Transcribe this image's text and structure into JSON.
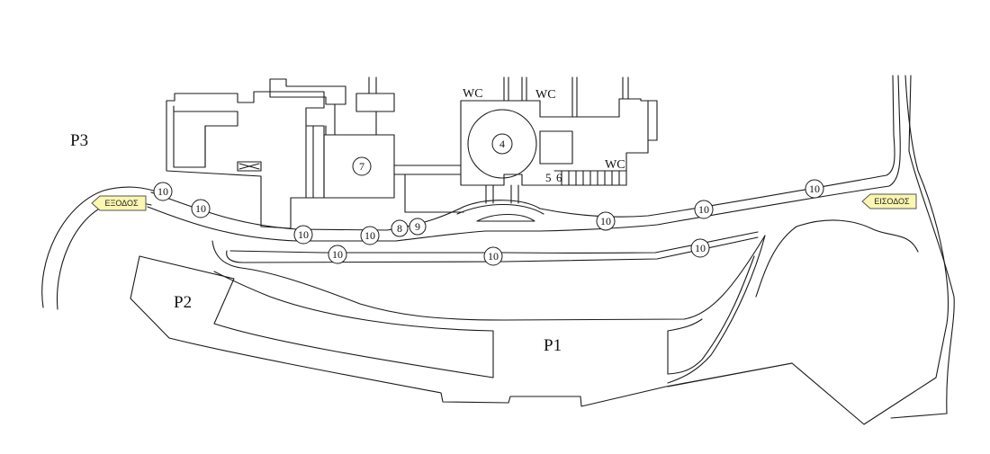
{
  "parking": {
    "p1": "P1",
    "p2": "P2",
    "p3": "P3"
  },
  "wc": {
    "a": "WC",
    "b": "WC",
    "c": "WC"
  },
  "building_labels": {
    "n5": "5",
    "n6": "6"
  },
  "markers": {
    "building_4": "4",
    "building_7": "7",
    "point_8": "8",
    "point_9": "9",
    "path_10": "10"
  },
  "signs": {
    "exit_label": "ΕΞΟΔΟΣ",
    "entrance_label": "ΕΙΣΟΔΟΣ",
    "sign_color": "#fbf6b0"
  }
}
